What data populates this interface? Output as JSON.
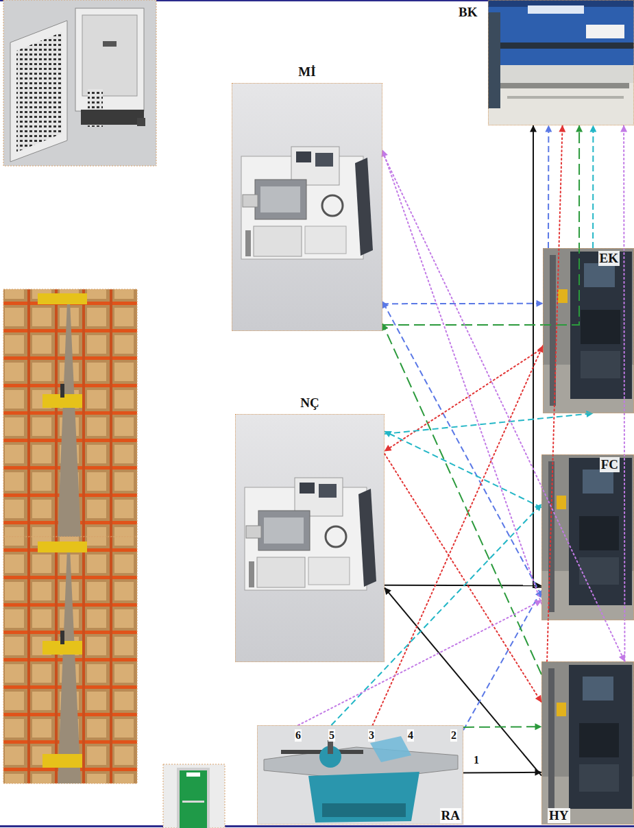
{
  "diagram": {
    "nodes": [
      {
        "text": [
          "BK"
        ]
      },
      {
        "text": [
          "Mİ"
        ]
      },
      {
        "text": [
          "EK"
        ]
      },
      {
        "text": [
          "NÇ"
        ]
      },
      {
        "text": [
          "FC"
        ]
      },
      {
        "text": [
          "RA"
        ]
      },
      {
        "text": [
          "HY"
        ]
      }
    ],
    "edges": [
      {
        "from": 5,
        "to": 6,
        "arrow": "to"
      },
      {
        "from": 6,
        "to": 3,
        "arrow": "to"
      },
      {
        "from": 3,
        "to": 4,
        "arrow": "to"
      },
      {
        "from": 4,
        "to": 0,
        "arrow": "to"
      },
      {
        "from": 5,
        "to": 4,
        "arrow": "to"
      },
      {
        "from": 4,
        "to": 1,
        "arrow": "to"
      },
      {
        "from": 1,
        "to": 2,
        "arrow": "to"
      },
      {
        "from": 2,
        "to": 0,
        "arrow": "to"
      },
      {
        "from": 5,
        "to": 6,
        "arrow": "to"
      },
      {
        "from": 6,
        "to": 1,
        "arrow": "to"
      },
      {
        "from": 1,
        "to": 0,
        "arrow": "to"
      },
      {
        "from": 5,
        "to": 2,
        "arrow": "to"
      },
      {
        "from": 2,
        "to": 3,
        "arrow": "to"
      },
      {
        "from": 3,
        "to": 6,
        "arrow": "to"
      },
      {
        "from": 6,
        "to": 0,
        "arrow": "to"
      },
      {
        "from": 5,
        "to": 4,
        "arrow": "to"
      },
      {
        "from": 4,
        "to": 3,
        "arrow": "to"
      },
      {
        "from": 3,
        "to": 2,
        "arrow": "to"
      },
      {
        "from": 2,
        "to": 0,
        "arrow": "to"
      },
      {
        "from": 5,
        "to": 4,
        "arrow": "to"
      },
      {
        "from": 4,
        "to": 1,
        "arrow": "to"
      },
      {
        "from": 1,
        "to": 6,
        "arrow": "to"
      },
      {
        "from": 6,
        "to": 0,
        "arrow": "to"
      }
    ],
    "labels": [
      "6",
      "5",
      "3",
      "4",
      "2",
      "1"
    ]
  }
}
